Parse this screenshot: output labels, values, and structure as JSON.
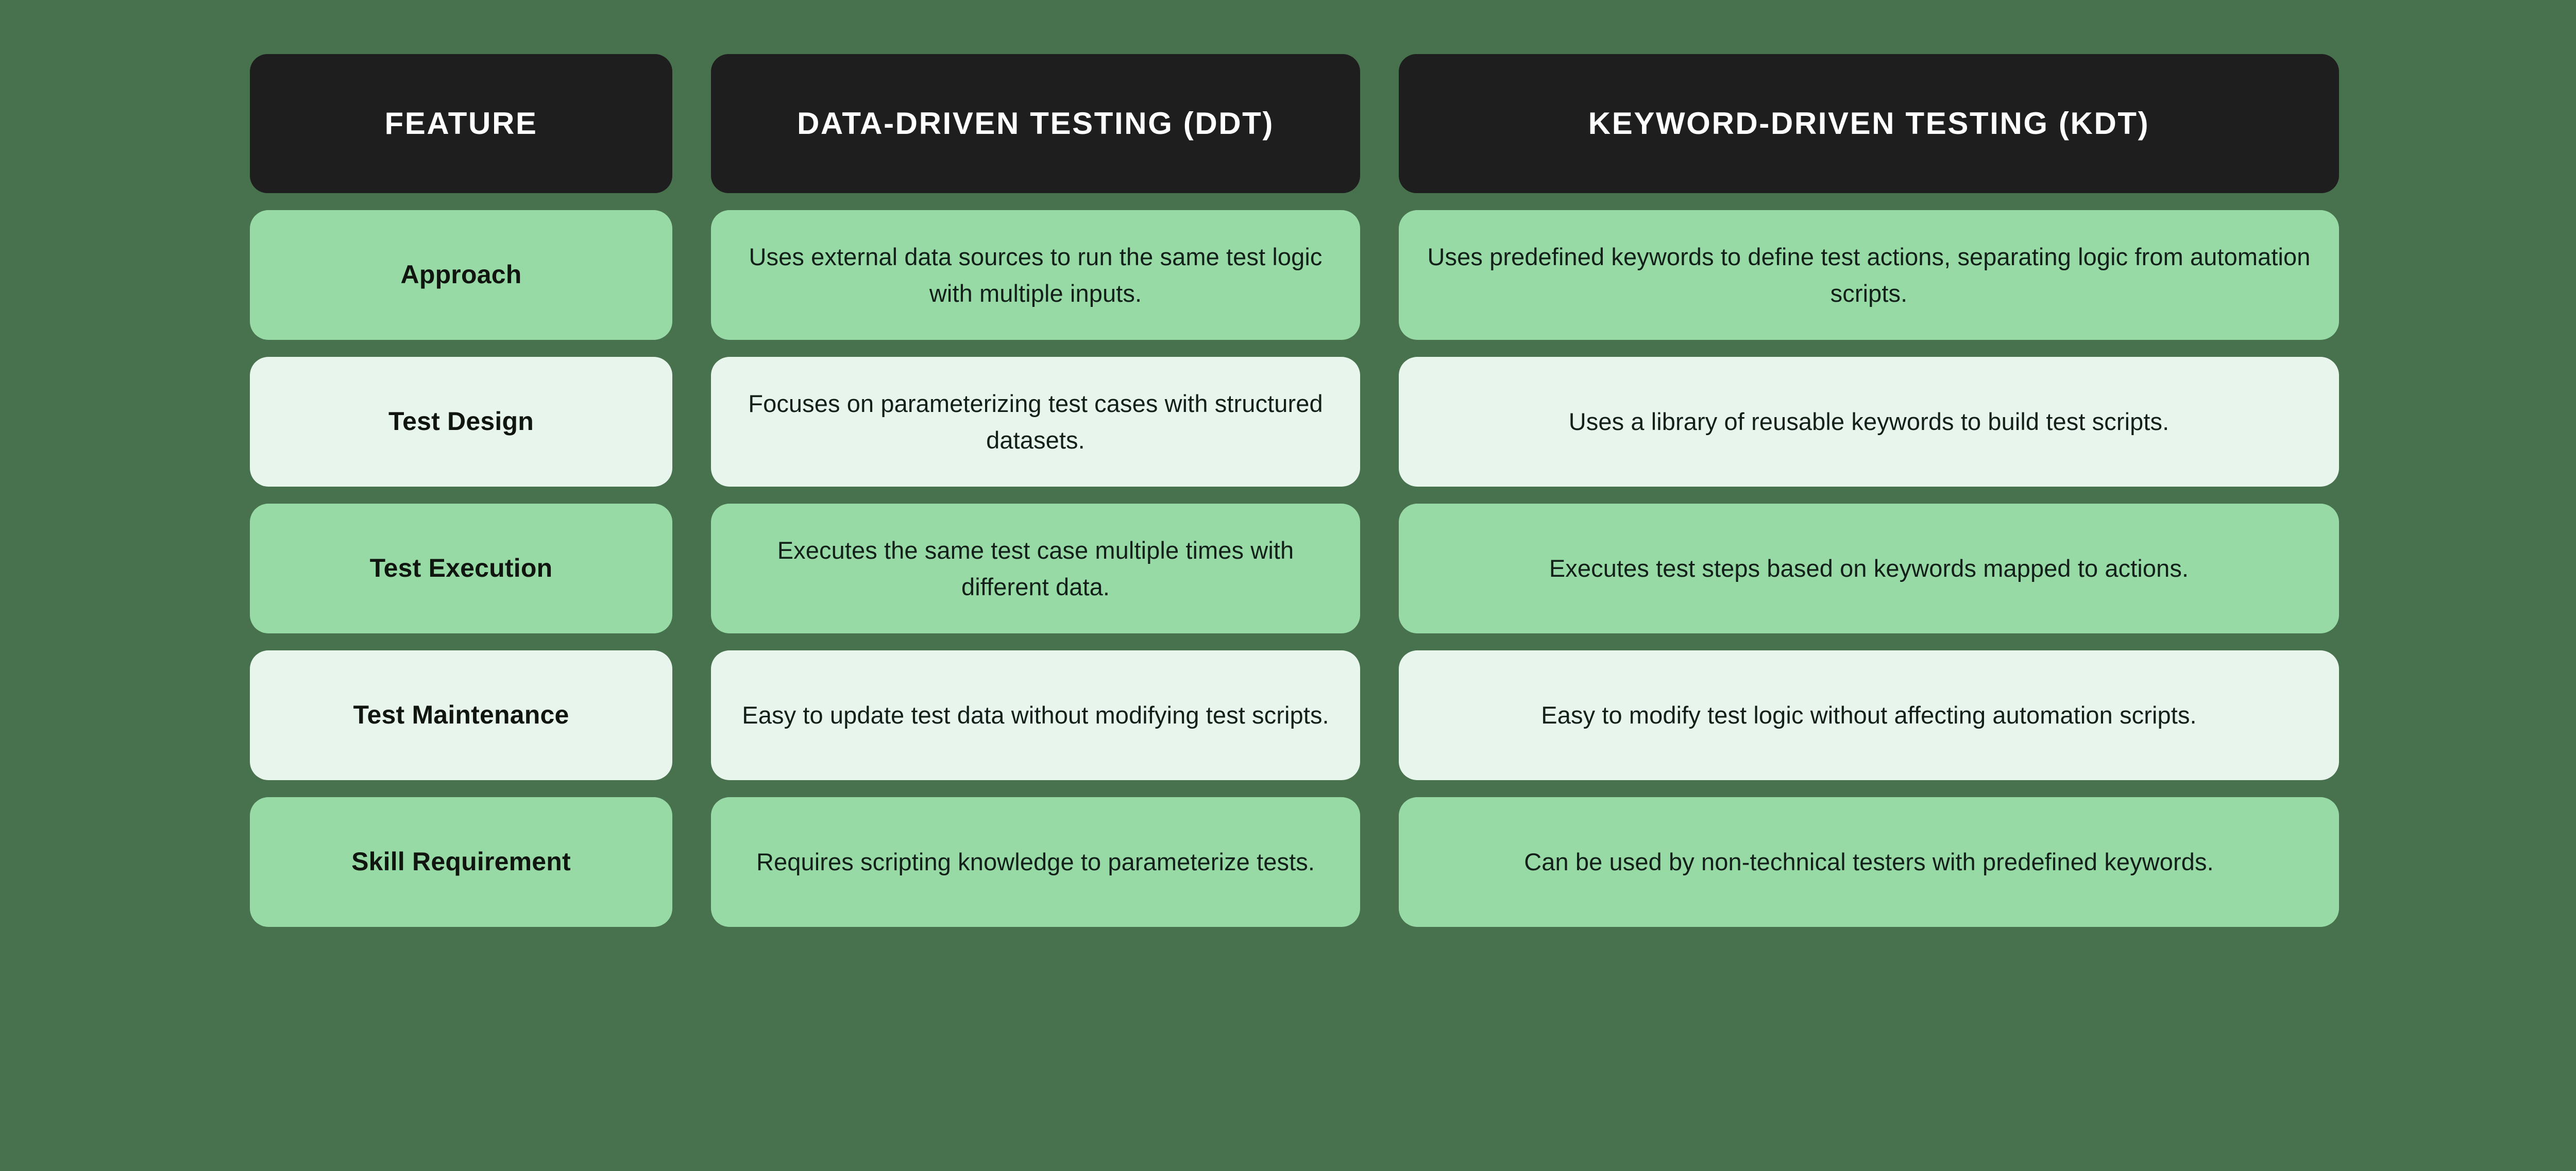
{
  "theme": {
    "page_background": "#48724e",
    "header_background": "#1e1e1e",
    "header_text": "#ffffff",
    "row_shade_dark": "#97daa5",
    "row_shade_light": "#e8f5ec",
    "body_text": "#13201a"
  },
  "table": {
    "columns": [
      {
        "key": "feature",
        "label": "FEATURE"
      },
      {
        "key": "ddt",
        "label": "DATA-DRIVEN TESTING (DDT)"
      },
      {
        "key": "kdt",
        "label": "KEYWORD-DRIVEN TESTING (KDT)"
      }
    ],
    "rows": [
      {
        "shade": "dark",
        "feature": "Approach",
        "ddt": "Uses external data sources to run the same test logic with multiple inputs.",
        "kdt": "Uses predefined keywords to define test actions, separating logic from automation scripts."
      },
      {
        "shade": "light",
        "feature": "Test Design",
        "ddt": "Focuses on parameterizing test cases with structured datasets.",
        "kdt": "Uses a library of reusable keywords to build test scripts."
      },
      {
        "shade": "dark",
        "feature": "Test Execution",
        "ddt": "Executes the same test case multiple times with different data.",
        "kdt": "Executes test steps based on keywords mapped to actions."
      },
      {
        "shade": "light",
        "feature": "Test Maintenance",
        "ddt": "Easy to update test data without modifying test scripts.",
        "kdt": "Easy to modify test logic without affecting automation scripts."
      },
      {
        "shade": "dark",
        "feature": "Skill Requirement",
        "ddt": "Requires scripting knowledge to parameterize tests.",
        "kdt": "Can be used by non-technical testers with predefined keywords."
      }
    ]
  }
}
